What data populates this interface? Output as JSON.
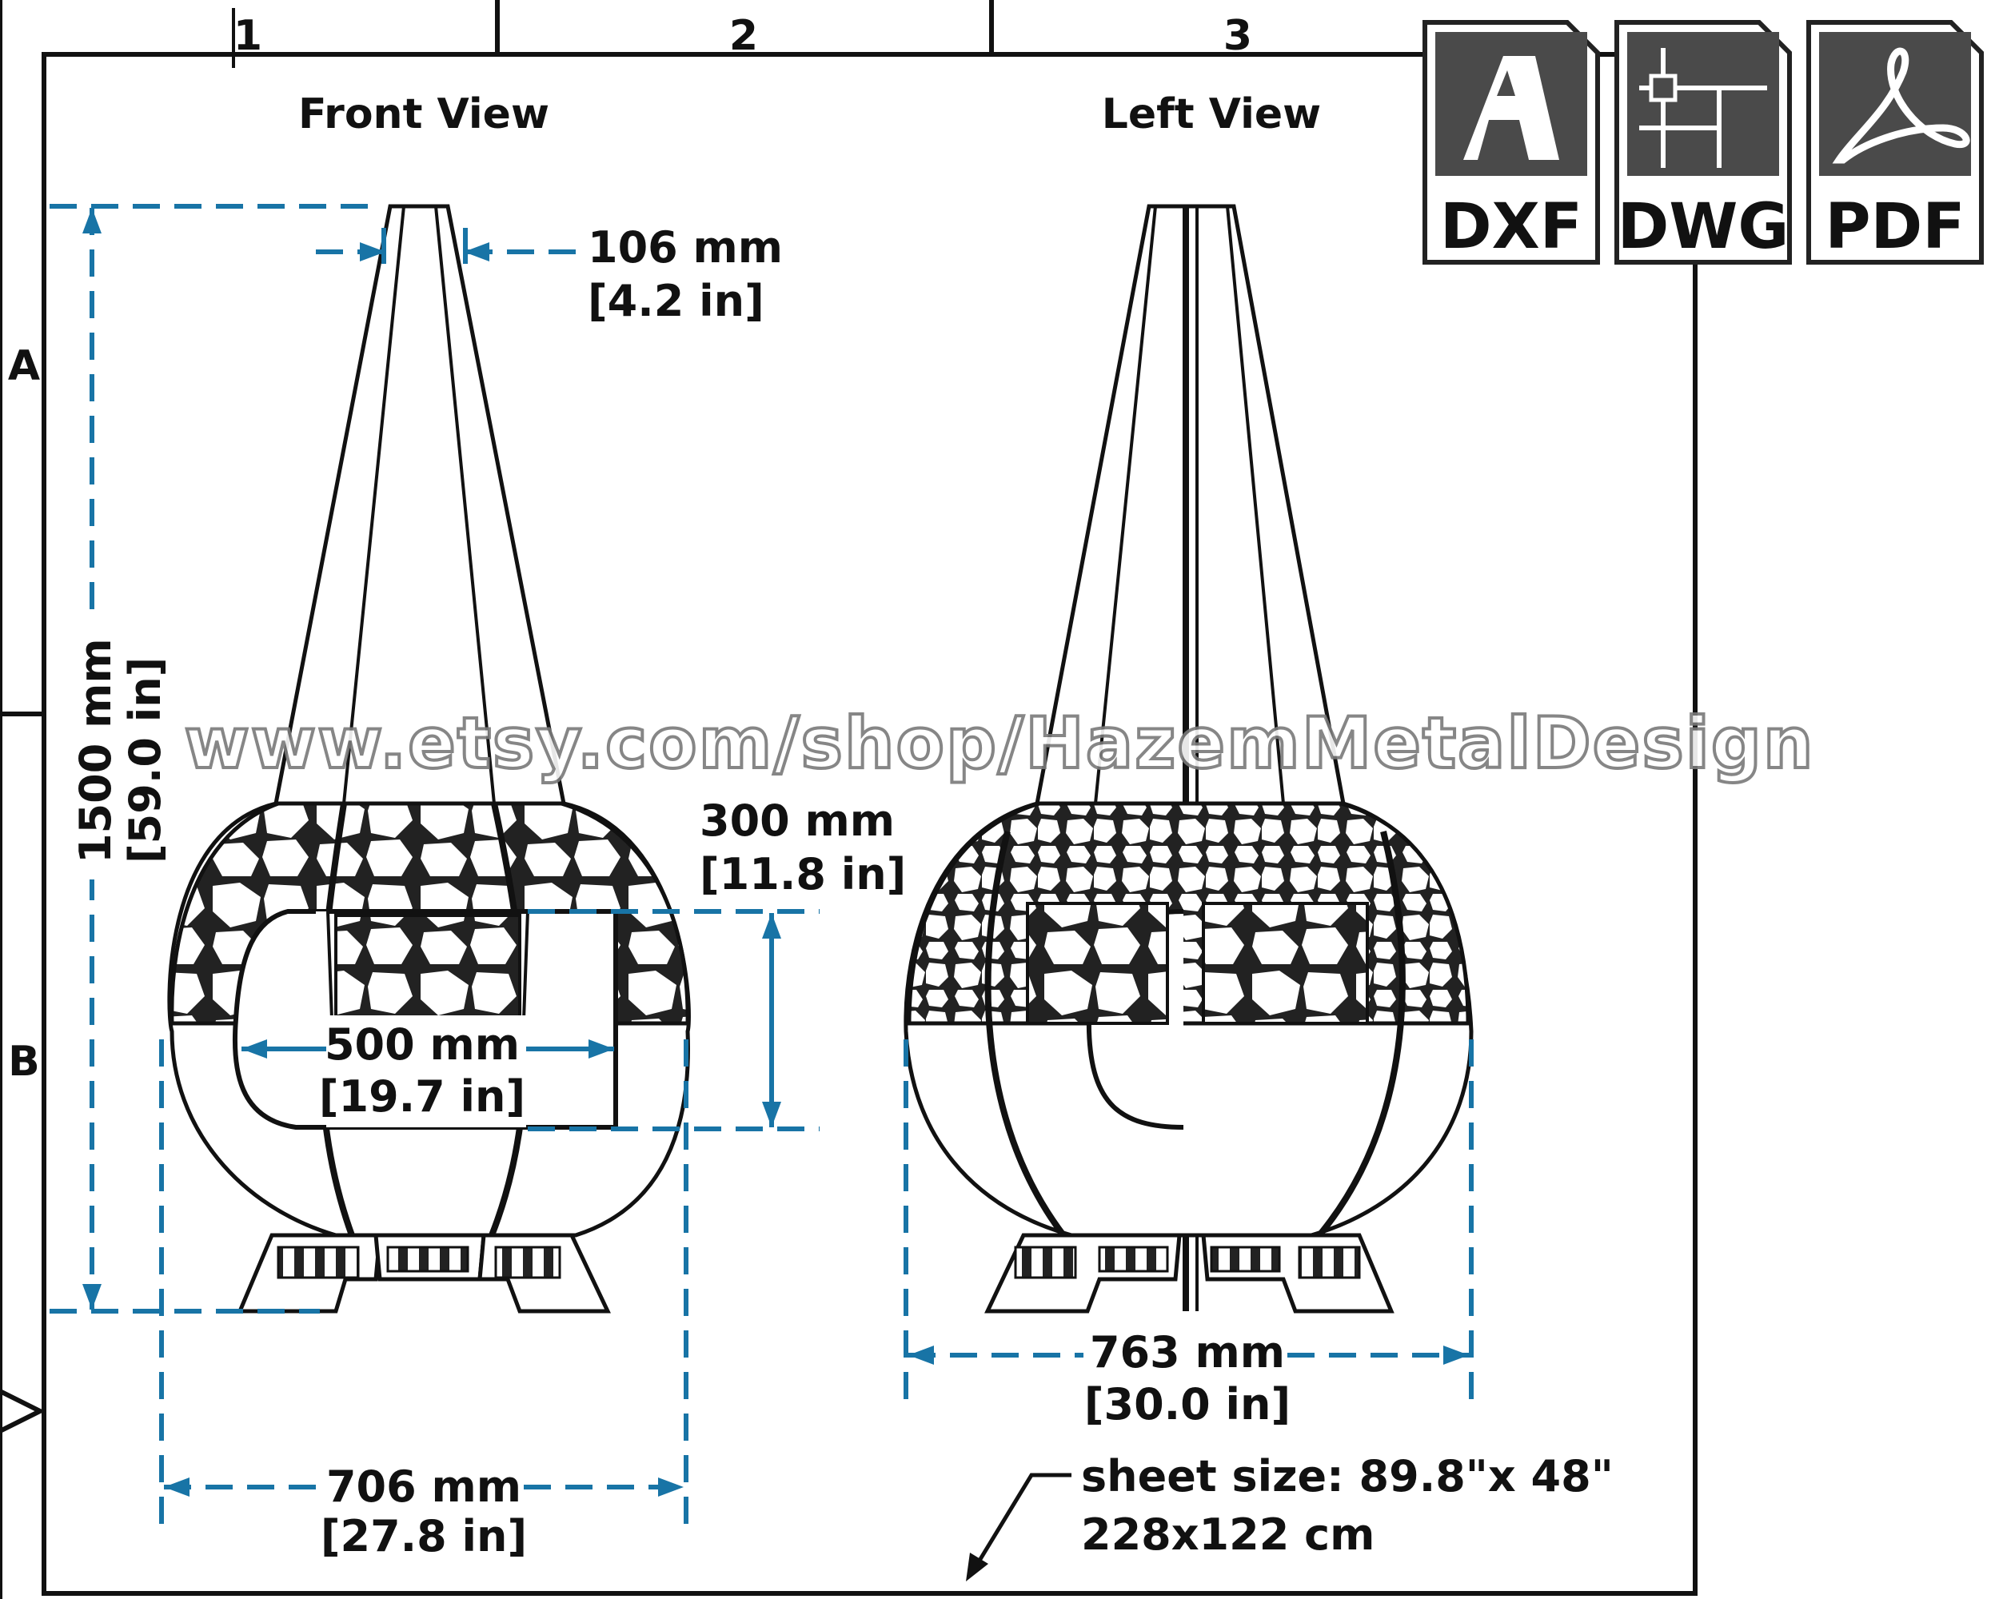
{
  "grid": {
    "columns": [
      "1",
      "2",
      "3"
    ],
    "rows": [
      "A",
      "B"
    ]
  },
  "views": {
    "front": {
      "title": "Front View"
    },
    "left": {
      "title": "Left View"
    }
  },
  "dimensions": {
    "top_width": {
      "mm": "106 mm",
      "in": "[4.2 in]"
    },
    "height": {
      "mm": "1500 mm",
      "in": "[59.0 in]"
    },
    "opening_height": {
      "mm": "300 mm",
      "in": "[11.8 in]"
    },
    "opening_width": {
      "mm": "500 mm",
      "in": "[19.7 in]"
    },
    "front_width": {
      "mm": "706 mm",
      "in": "[27.8 in]"
    },
    "side_width": {
      "mm": "763 mm",
      "in": "[30.0 in]"
    }
  },
  "sheet": {
    "line1": "sheet size: 89.8\"x 48\"",
    "line2": "228x122 cm"
  },
  "watermark": "www.etsy.com/shop/HazemMetalDesign",
  "file_formats": [
    {
      "label": "DXF",
      "icon": "autocad-logo-icon"
    },
    {
      "label": "DWG",
      "icon": "dwg-drawing-icon"
    },
    {
      "label": "PDF",
      "icon": "acrobat-pdf-icon"
    }
  ],
  "colors": {
    "dimension": "#1874a6",
    "line": "#111111",
    "background": "#ffffff"
  }
}
